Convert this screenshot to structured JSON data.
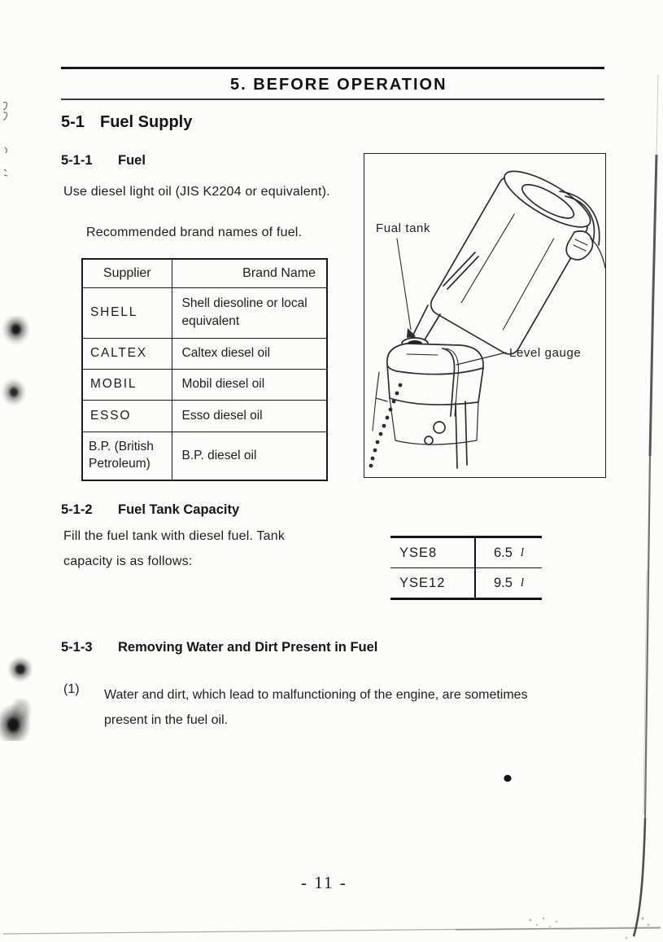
{
  "header": {
    "title": "5.  BEFORE OPERATION"
  },
  "sections": {
    "s51": {
      "number": "5-1",
      "title": "Fuel Supply"
    },
    "s511": {
      "number": "5-1-1",
      "title": "Fuel",
      "para1": "Use diesel light oil (JIS K2204 or equivalent).",
      "para2": "Recommended brand names of fuel."
    },
    "s512": {
      "number": "5-1-2",
      "title": "Fuel Tank Capacity",
      "para_line1": "Fill the fuel tank with diesel fuel.  Tank",
      "para_line2": "capacity is as follows:"
    },
    "s513": {
      "number": "5-1-3",
      "title": "Removing Water and Dirt Present in Fuel",
      "item1_marker": "(1)",
      "item1_line1": "Water and dirt, which lead to malfunctioning of the engine, are sometimes",
      "item1_line2": "present in the fuel oil."
    }
  },
  "brand_table": {
    "headers": [
      "Supplier",
      "Brand Name"
    ],
    "rows": [
      {
        "supplier": "SHELL",
        "brand": "Shell diesoline or local equivalent"
      },
      {
        "supplier": "CALTEX",
        "brand": "Caltex diesel oil"
      },
      {
        "supplier": "MOBIL",
        "brand": "Mobil diesel oil"
      },
      {
        "supplier": "ESSO",
        "brand": "Esso diesel oil"
      },
      {
        "supplier": "B.P. (British Petroleum)",
        "brand": "B.P. diesel oil"
      }
    ]
  },
  "capacity_table": {
    "rows": [
      {
        "model": "YSE8",
        "value": "6.5",
        "unit": "l"
      },
      {
        "model": "YSE12",
        "value": "9.5",
        "unit": "l"
      }
    ]
  },
  "figure": {
    "label_fuel_tank": "Fual tank",
    "label_level_gauge": "Level gauge"
  },
  "footer": {
    "page_number": "- 11 -"
  }
}
